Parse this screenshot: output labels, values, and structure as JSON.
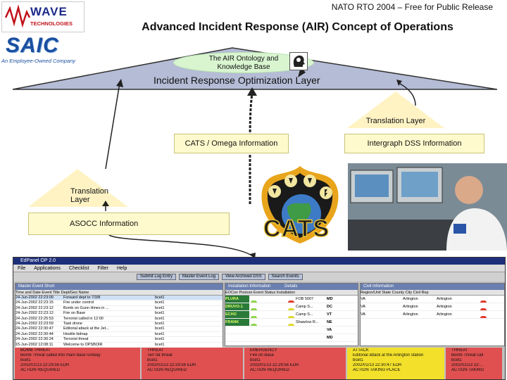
{
  "header": {
    "note": "NATO RTO 2004 – Free for Public Release",
    "title": "Advanced Incident Response (AIR) Concept of Operations"
  },
  "logos": {
    "wave_primary": "WAVE",
    "wave_secondary": "TECHNOLOGIES",
    "saic": "SAIC",
    "saic_tagline": "An Employee-Owned Company",
    "cats": "CATS"
  },
  "diagram": {
    "ontology_line1": "The AIR Ontology and",
    "ontology_line2": "Knowledge Base",
    "layer_label": "Incident Response Optimization Layer",
    "translation_right": "Translation Layer",
    "translation_left": "Translation Layer",
    "cats_info": "CATS / Omega Information",
    "intergraph_info": "Intergraph DSS Information",
    "asocc_info": "ASOCC Information"
  },
  "colors": {
    "layer_fill": "#b5bcd6",
    "pill_fill": "#d8f5d0",
    "box_fill": "#fffacd",
    "translation_fill": "#fff3c4",
    "window_title": "#1d2f7a"
  },
  "app": {
    "title": "EdPanel OP 2.0",
    "menu": [
      "File",
      "Applications",
      "Checklist",
      "Filter",
      "Help"
    ],
    "toolbar": [
      "Submit Log Entry",
      "Master Event Log",
      "View Archived DSS",
      "Search Events"
    ],
    "panels": {
      "master": "Master Event Short",
      "installation": "Installation Information",
      "details": "Details",
      "civil": "Civil Information"
    },
    "master_columns": "Time and Date        Event Title                      Dept/Geo Name",
    "install_columns": "EOCon   Posture   Event Status   Installation",
    "civil_columns": "Region/Unit State   County      City      Civil Rep",
    "events": [
      {
        "time": "24-Jun-2002 22:23:09",
        "title": "Forward dept to 7/3/8",
        "dept": "bcet1"
      },
      {
        "time": "24-Jun-2002 22:23:15",
        "title": "Fire under control",
        "dept": "bcet1"
      },
      {
        "time": "24-Jun-2002 22:23:12",
        "title": "Bomb on Gunn Hines in ...",
        "dept": "bcet1"
      },
      {
        "time": "24-Jun-2002 22:23:12",
        "title": "Fire on Base",
        "dept": "bcet1"
      },
      {
        "time": "24-Jun-2002 22:25:53",
        "title": "Terrorist called in 12:00",
        "dept": "bcet1"
      },
      {
        "time": "24-Jun-2002 22:23:59",
        "title": "Task drone",
        "dept": "bcet1"
      },
      {
        "time": "24-Jun-2002 22:30:47",
        "title": "Editorial attack at the Jet...",
        "dept": "bcet1"
      },
      {
        "time": "24-Jun-2002 22:30:44",
        "title": "Hostile kidnap",
        "dept": "bcet1"
      },
      {
        "time": "24-Jun-2002 22:30:24",
        "title": "Terrorist threat",
        "dept": "bcet1"
      },
      {
        "time": "15-Jun-2002 12:08:11",
        "title": "Welcome to OPSBOIR",
        "dept": "bcet1"
      }
    ],
    "installations": [
      {
        "code": "PLURA",
        "name": "FOB 5007",
        "state": "MD"
      },
      {
        "code": "DRUVO-1",
        "name": "Camp S...",
        "state": "DC"
      },
      {
        "code": "ECHO",
        "name": "Camp S...",
        "state": "VT"
      },
      {
        "code": "FRANK",
        "name": "Shaw/ow R...",
        "state": "NE"
      },
      {
        "code": "",
        "name": "",
        "state": "VA"
      },
      {
        "code": "",
        "name": "",
        "state": "MD"
      }
    ],
    "civil": [
      {
        "state": "VA",
        "county": "Arlington",
        "city": "Arlington"
      },
      {
        "state": "VA",
        "county": "Arlington",
        "city": "Arlington"
      },
      {
        "state": "VA",
        "county": "Arlington",
        "city": "Arlington"
      }
    ],
    "alerts": [
      {
        "l1": "BOMB THREAT",
        "l2": "Bomb Threat called into main base runway",
        "l3": "bcet1",
        "l4": "2002/01/13 22:29:56 EDR",
        "l5": "ACTION REQUIRED",
        "color": "#e05050"
      },
      {
        "l1": "THREAT",
        "l2": "Terr fat threat",
        "l3": "bcet1",
        "l4": "2002/01/13 22:29:56 EDR",
        "l5": "ACTION REQUIRED",
        "color": "#e05050"
      },
      {
        "l1": "EMERGENCY",
        "l2": "Fire on Base",
        "l3": "bcet1",
        "l4": "2002/01/13 22:29:56 EDR",
        "l5": "ACTION REQUIRED",
        "color": "#e05050"
      },
      {
        "l1": "ATTACK",
        "l2": "Editorial attack at the Arlington station",
        "l3": "bcet1",
        "l4": "2002/01/13 22:30:47 EDR",
        "l5": "ACTION TAKING PLACE",
        "color": "#f2e02a"
      },
      {
        "l1": "THREAT",
        "l2": "Bomb Threat call",
        "l3": "bcet1",
        "l4": "2002/01/13 22:...",
        "l5": "ACTION TAKING",
        "color": "#e05050"
      }
    ]
  }
}
